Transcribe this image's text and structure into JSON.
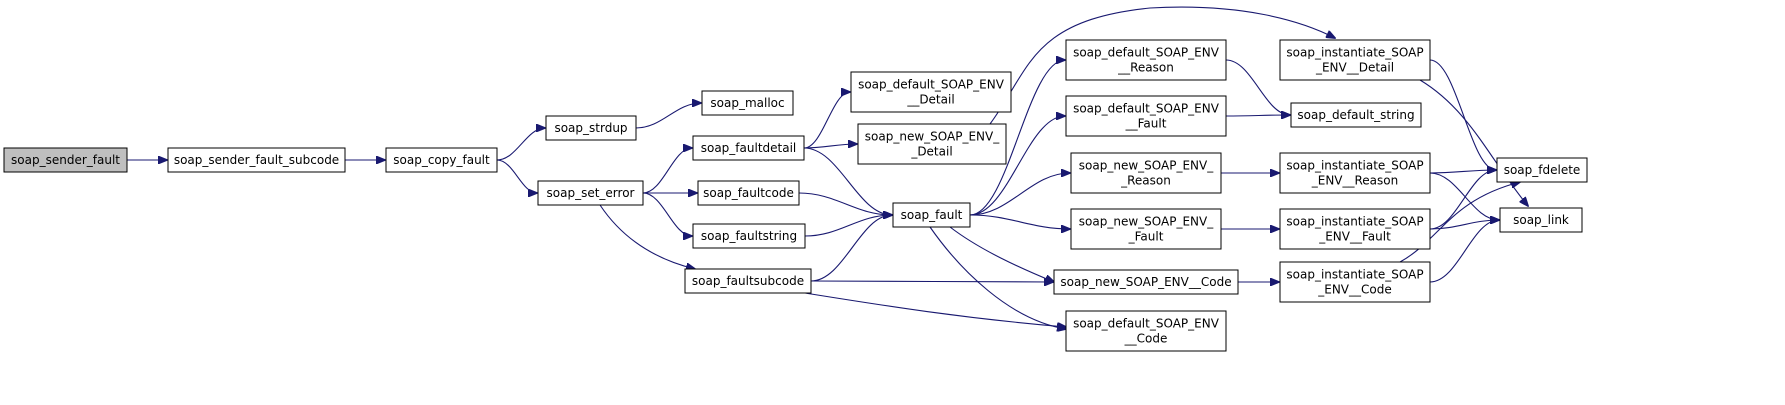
{
  "colors": {
    "edge": "#191970",
    "node_fill": "#ffffff",
    "node_border": "#000000",
    "root_fill": "#bfbfbf"
  },
  "nodes": [
    {
      "id": "soap_sender_fault",
      "lines": [
        "soap_sender_fault"
      ],
      "root": true
    },
    {
      "id": "soap_sender_fault_subcode",
      "lines": [
        "soap_sender_fault_subcode"
      ]
    },
    {
      "id": "soap_copy_fault",
      "lines": [
        "soap_copy_fault"
      ]
    },
    {
      "id": "soap_strdup",
      "lines": [
        "soap_strdup"
      ]
    },
    {
      "id": "soap_set_error",
      "lines": [
        "soap_set_error"
      ]
    },
    {
      "id": "soap_malloc",
      "lines": [
        "soap_malloc"
      ]
    },
    {
      "id": "soap_faultdetail",
      "lines": [
        "soap_faultdetail"
      ]
    },
    {
      "id": "soap_faultcode",
      "lines": [
        "soap_faultcode"
      ]
    },
    {
      "id": "soap_faultstring",
      "lines": [
        "soap_faultstring"
      ]
    },
    {
      "id": "soap_faultsubcode",
      "lines": [
        "soap_faultsubcode"
      ]
    },
    {
      "id": "soap_default_SOAP_ENV__Detail",
      "lines": [
        "soap_default_SOAP_ENV",
        "__Detail"
      ]
    },
    {
      "id": "soap_new_SOAP_ENV__Detail",
      "lines": [
        "soap_new_SOAP_ENV_",
        "_Detail"
      ]
    },
    {
      "id": "soap_fault",
      "lines": [
        "soap_fault"
      ]
    },
    {
      "id": "soap_default_SOAP_ENV__Reason",
      "lines": [
        "soap_default_SOAP_ENV",
        "__Reason"
      ]
    },
    {
      "id": "soap_default_SOAP_ENV__Fault",
      "lines": [
        "soap_default_SOAP_ENV",
        "__Fault"
      ]
    },
    {
      "id": "soap_new_SOAP_ENV__Reason",
      "lines": [
        "soap_new_SOAP_ENV_",
        "_Reason"
      ]
    },
    {
      "id": "soap_new_SOAP_ENV__Fault",
      "lines": [
        "soap_new_SOAP_ENV_",
        "_Fault"
      ]
    },
    {
      "id": "soap_new_SOAP_ENV__Code",
      "lines": [
        "soap_new_SOAP_ENV__Code"
      ]
    },
    {
      "id": "soap_default_SOAP_ENV__Code",
      "lines": [
        "soap_default_SOAP_ENV",
        "__Code"
      ]
    },
    {
      "id": "soap_instantiate_SOAP_ENV__Detail",
      "lines": [
        "soap_instantiate_SOAP",
        "_ENV__Detail"
      ]
    },
    {
      "id": "soap_default_string",
      "lines": [
        "soap_default_string"
      ]
    },
    {
      "id": "soap_instantiate_SOAP_ENV__Reason",
      "lines": [
        "soap_instantiate_SOAP",
        "_ENV__Reason"
      ]
    },
    {
      "id": "soap_instantiate_SOAP_ENV__Fault",
      "lines": [
        "soap_instantiate_SOAP",
        "_ENV__Fault"
      ]
    },
    {
      "id": "soap_instantiate_SOAP_ENV__Code",
      "lines": [
        "soap_instantiate_SOAP",
        "_ENV__Code"
      ]
    },
    {
      "id": "soap_fdelete",
      "lines": [
        "soap_fdelete"
      ]
    },
    {
      "id": "soap_link",
      "lines": [
        "soap_link"
      ]
    }
  ],
  "edges": [
    [
      "soap_sender_fault",
      "soap_sender_fault_subcode"
    ],
    [
      "soap_sender_fault_subcode",
      "soap_copy_fault"
    ],
    [
      "soap_copy_fault",
      "soap_strdup"
    ],
    [
      "soap_copy_fault",
      "soap_set_error"
    ],
    [
      "soap_strdup",
      "soap_malloc"
    ],
    [
      "soap_set_error",
      "soap_faultdetail"
    ],
    [
      "soap_set_error",
      "soap_faultcode"
    ],
    [
      "soap_set_error",
      "soap_faultstring"
    ],
    [
      "soap_set_error",
      "soap_faultsubcode"
    ],
    [
      "soap_faultdetail",
      "soap_default_SOAP_ENV__Detail"
    ],
    [
      "soap_faultdetail",
      "soap_new_SOAP_ENV__Detail"
    ],
    [
      "soap_faultdetail",
      "soap_fault"
    ],
    [
      "soap_faultcode",
      "soap_fault"
    ],
    [
      "soap_faultstring",
      "soap_fault"
    ],
    [
      "soap_faultsubcode",
      "soap_fault"
    ],
    [
      "soap_faultsubcode",
      "soap_new_SOAP_ENV__Code"
    ],
    [
      "soap_faultsubcode",
      "soap_default_SOAP_ENV__Code"
    ],
    [
      "soap_new_SOAP_ENV__Detail",
      "soap_instantiate_SOAP_ENV__Detail"
    ],
    [
      "soap_fault",
      "soap_default_SOAP_ENV__Reason"
    ],
    [
      "soap_fault",
      "soap_default_SOAP_ENV__Fault"
    ],
    [
      "soap_fault",
      "soap_new_SOAP_ENV__Reason"
    ],
    [
      "soap_fault",
      "soap_new_SOAP_ENV__Fault"
    ],
    [
      "soap_fault",
      "soap_new_SOAP_ENV__Code"
    ],
    [
      "soap_fault",
      "soap_default_SOAP_ENV__Code"
    ],
    [
      "soap_default_SOAP_ENV__Reason",
      "soap_default_string"
    ],
    [
      "soap_default_SOAP_ENV__Fault",
      "soap_default_string"
    ],
    [
      "soap_new_SOAP_ENV__Reason",
      "soap_instantiate_SOAP_ENV__Reason"
    ],
    [
      "soap_new_SOAP_ENV__Fault",
      "soap_instantiate_SOAP_ENV__Fault"
    ],
    [
      "soap_new_SOAP_ENV__Code",
      "soap_instantiate_SOAP_ENV__Code"
    ],
    [
      "soap_instantiate_SOAP_ENV__Detail",
      "soap_fdelete"
    ],
    [
      "soap_instantiate_SOAP_ENV__Detail",
      "soap_link"
    ],
    [
      "soap_instantiate_SOAP_ENV__Reason",
      "soap_fdelete"
    ],
    [
      "soap_instantiate_SOAP_ENV__Reason",
      "soap_link"
    ],
    [
      "soap_instantiate_SOAP_ENV__Fault",
      "soap_fdelete"
    ],
    [
      "soap_instantiate_SOAP_ENV__Fault",
      "soap_link"
    ],
    [
      "soap_instantiate_SOAP_ENV__Code",
      "soap_fdelete"
    ],
    [
      "soap_instantiate_SOAP_ENV__Code",
      "soap_link"
    ]
  ]
}
